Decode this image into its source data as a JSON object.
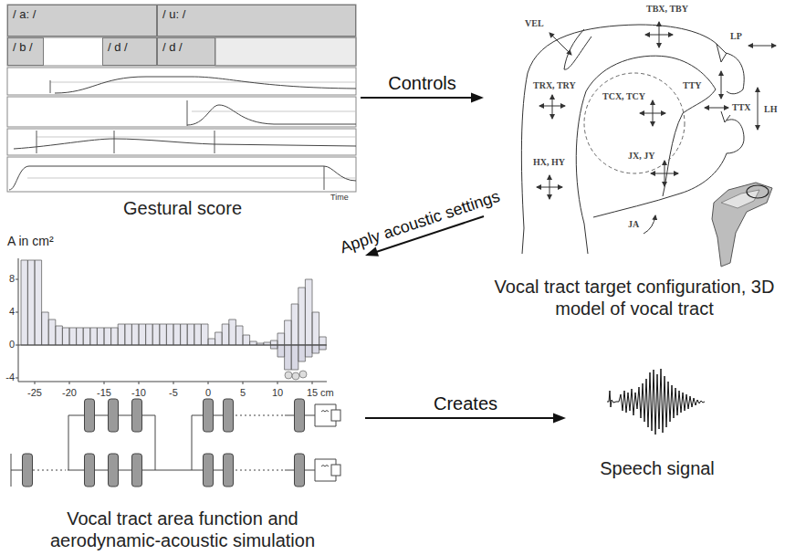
{
  "diagram": {
    "nodes": [
      {
        "text": [
          "Gestural score"
        ]
      },
      {
        "text": [
          "/ a: /"
        ],
        "in": 0
      },
      {
        "text": [
          "/ u: /"
        ],
        "in": 0
      },
      {
        "text": [
          "/ b /"
        ],
        "in": 0
      },
      {
        "text": [
          "/ d /"
        ],
        "in": 0
      },
      {
        "text": [
          "/ d /"
        ],
        "in": 0
      },
      {
        "text": [
          "Vocal tract target configuration, 3D model of vocal tract"
        ]
      },
      {
        "text": [
          "Vocal tract area function and aerodynamic-acoustic simulation"
        ]
      },
      {
        "text": [
          "Speech signal"
        ]
      }
    ],
    "edges": [
      {
        "from": 0,
        "to": 6,
        "arrow": "to",
        "label": "Controls"
      },
      {
        "from": 6,
        "to": 7,
        "arrow": "to",
        "label": "Apply acoustic settings"
      },
      {
        "from": 7,
        "to": 8,
        "arrow": "to",
        "label": "Creates"
      }
    ],
    "labels": [
      "Time",
      "VEL",
      "TBX, TBY",
      "LP",
      "TCX, TCY",
      "TTY",
      "TRX, TRY",
      "TTX",
      "LH",
      "JX, JY",
      "HX, HY",
      "JA",
      "A in cm²",
      "8",
      "4",
      "0",
      "-4",
      "-25",
      "-20",
      "-15",
      "-10",
      "-5",
      "0",
      "5",
      "10",
      "15",
      "cm"
    ]
  }
}
